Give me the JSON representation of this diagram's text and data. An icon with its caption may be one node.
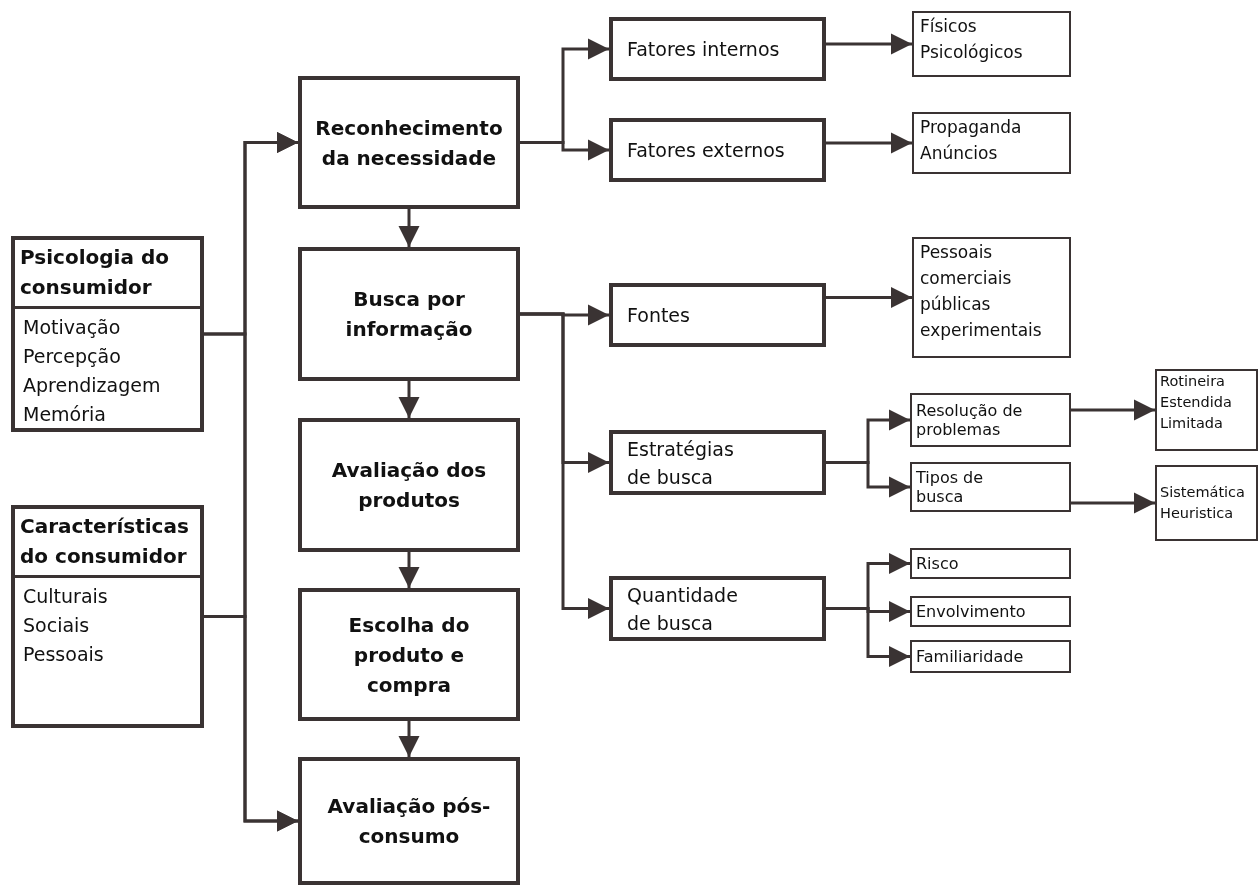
{
  "diagram": {
    "nodes": [
      {
        "text": [
          "Psicologia do consumidor",
          "Motivação",
          "Percepção",
          "Aprendizagem",
          "Memória"
        ]
      },
      {
        "text": [
          "Características do consumidor",
          "Culturais",
          "Sociais",
          "Pessoais"
        ]
      },
      {
        "text": [
          "Reconhecimento da necessidade"
        ]
      },
      {
        "text": [
          "Busca por informação"
        ]
      },
      {
        "text": [
          "Avaliação dos produtos"
        ]
      },
      {
        "text": [
          "Escolha do produto e compra"
        ]
      },
      {
        "text": [
          "Avaliação pós-consumo"
        ]
      },
      {
        "text": [
          "Fatores internos"
        ]
      },
      {
        "text": [
          "Fatores externos"
        ]
      },
      {
        "text": [
          "Físicos",
          "Psicológicos"
        ]
      },
      {
        "text": [
          "Propaganda",
          "Anúncios"
        ]
      },
      {
        "text": [
          "Fontes"
        ]
      },
      {
        "text": [
          "Pessoais",
          "comerciais",
          "públicas",
          "experimentais"
        ]
      },
      {
        "text": [
          "Estratégias de busca"
        ]
      },
      {
        "text": [
          "Quantidade de busca"
        ]
      },
      {
        "text": [
          "Resolução de problemas"
        ]
      },
      {
        "text": [
          "Tipos de busca"
        ]
      },
      {
        "text": [
          "Rotineira",
          "Estendida",
          "Limitada"
        ]
      },
      {
        "text": [
          "Sistemática",
          "Heuristica"
        ]
      },
      {
        "text": [
          "Risco"
        ]
      },
      {
        "text": [
          "Envolvimento"
        ]
      },
      {
        "text": [
          "Familiaridade"
        ]
      }
    ],
    "edges": [
      {
        "from": 0,
        "to": 2,
        "arrow": "to"
      },
      {
        "from": 1,
        "to": 2,
        "arrow": "to"
      },
      {
        "from": 0,
        "to": 6,
        "arrow": "to"
      },
      {
        "from": 1,
        "to": 6,
        "arrow": "to"
      },
      {
        "from": 2,
        "to": 3,
        "arrow": "to"
      },
      {
        "from": 3,
        "to": 4,
        "arrow": "to"
      },
      {
        "from": 4,
        "to": 5,
        "arrow": "to"
      },
      {
        "from": 5,
        "to": 6,
        "arrow": "to"
      },
      {
        "from": 2,
        "to": 7,
        "arrow": "to"
      },
      {
        "from": 2,
        "to": 8,
        "arrow": "to"
      },
      {
        "from": 7,
        "to": 9,
        "arrow": "to"
      },
      {
        "from": 8,
        "to": 10,
        "arrow": "to"
      },
      {
        "from": 3,
        "to": 11,
        "arrow": "to"
      },
      {
        "from": 3,
        "to": 13,
        "arrow": "to"
      },
      {
        "from": 3,
        "to": 14,
        "arrow": "to"
      },
      {
        "from": 11,
        "to": 12,
        "arrow": "to"
      },
      {
        "from": 13,
        "to": 15,
        "arrow": "to"
      },
      {
        "from": 13,
        "to": 16,
        "arrow": "to"
      },
      {
        "from": 15,
        "to": 17,
        "arrow": "to"
      },
      {
        "from": 16,
        "to": 18,
        "arrow": "to"
      },
      {
        "from": 14,
        "to": 19,
        "arrow": "to"
      },
      {
        "from": 14,
        "to": 20,
        "arrow": "to"
      },
      {
        "from": 14,
        "to": 21,
        "arrow": "to"
      }
    ]
  }
}
